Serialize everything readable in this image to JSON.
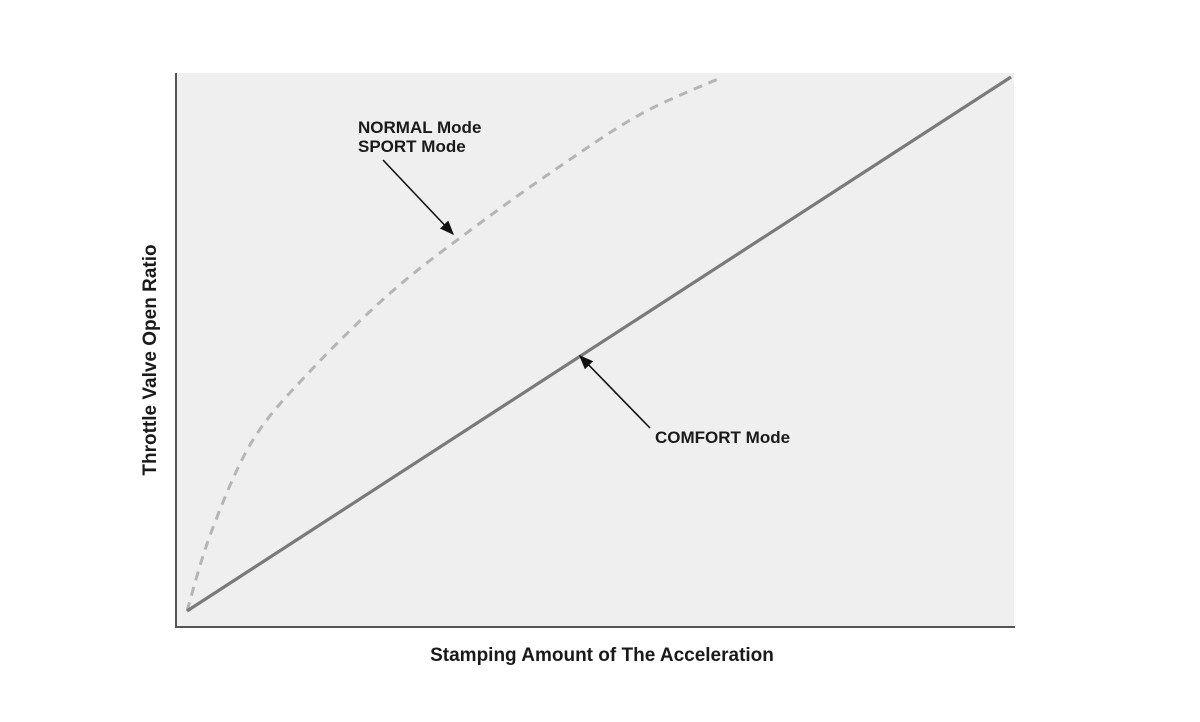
{
  "chart_data": {
    "type": "line",
    "title": "",
    "xlabel": "Stamping Amount of The Acceleration",
    "ylabel": "Throttle Valve Open Ratio",
    "xlim": [
      0,
      1
    ],
    "ylim": [
      0,
      1
    ],
    "grid": false,
    "series": [
      {
        "name": "NORMAL Mode / SPORT Mode",
        "style": "dashed",
        "color": "#b5b5b5",
        "x": [
          0,
          0.03,
          0.08,
          0.15,
          0.25,
          0.35,
          0.45,
          0.55,
          0.65
        ],
        "y": [
          0,
          0.15,
          0.32,
          0.45,
          0.6,
          0.72,
          0.83,
          0.93,
          1.0
        ]
      },
      {
        "name": "COMFORT Mode",
        "style": "solid",
        "color": "#7a7a7a",
        "x": [
          0,
          1
        ],
        "y": [
          0,
          1
        ]
      }
    ],
    "annotations": [
      {
        "line1": "NORMAL Mode",
        "line2": "SPORT Mode",
        "target_series": 0
      },
      {
        "line1": "COMFORT Mode",
        "line2": "",
        "target_series": 1
      }
    ],
    "colors": {
      "plot_background": "#efefef",
      "axis": "#555555"
    }
  }
}
